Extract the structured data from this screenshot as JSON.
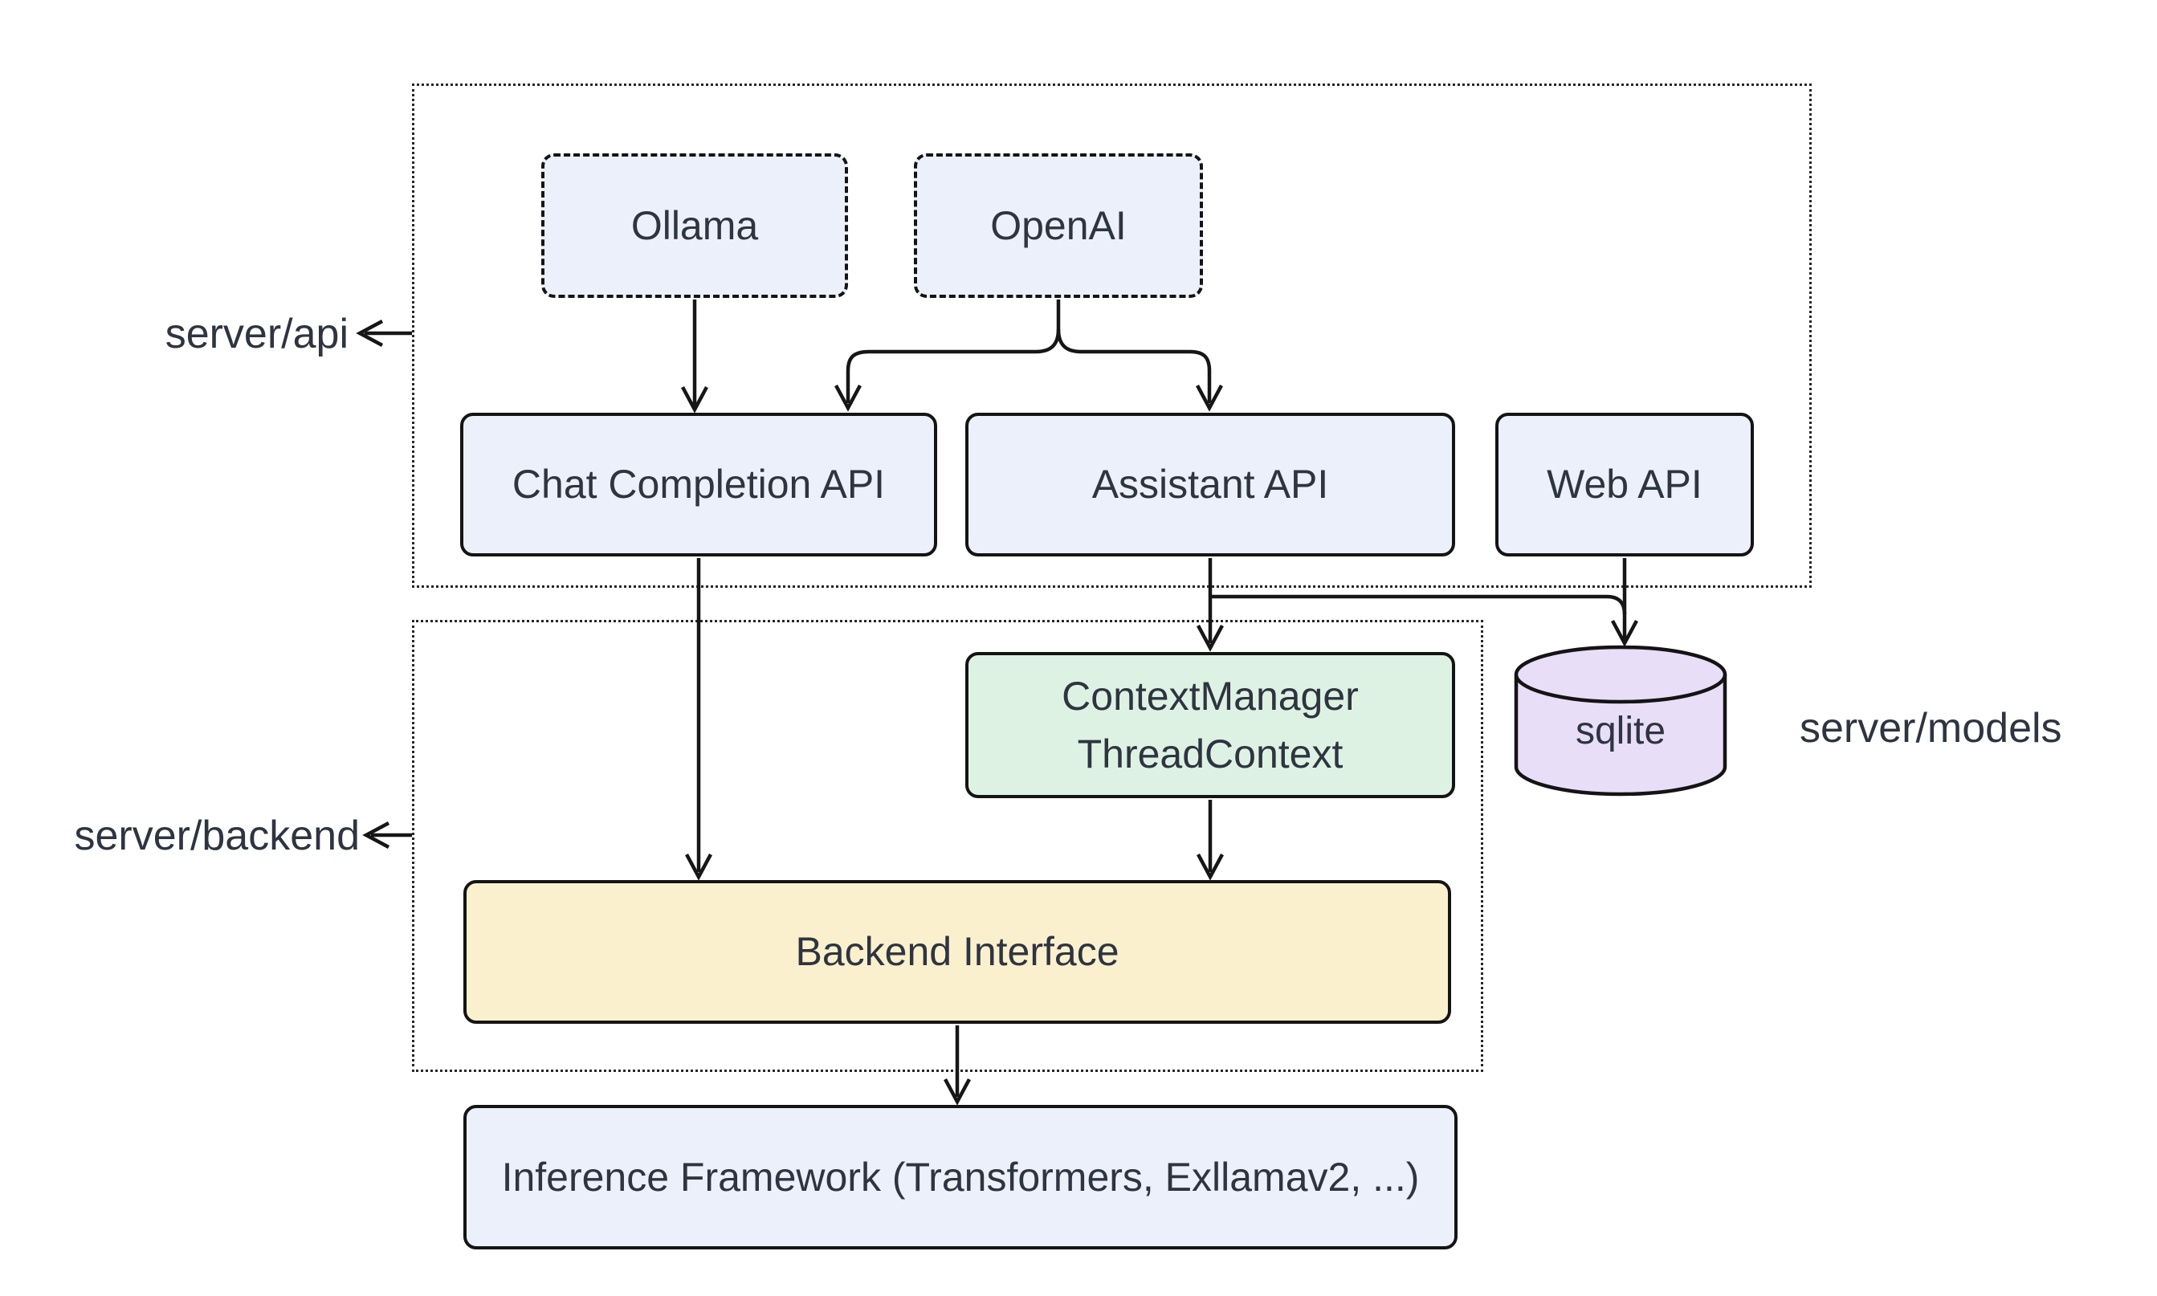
{
  "diagram": {
    "clusters": {
      "api": {
        "label": "server/api"
      },
      "backend": {
        "label": "server/backend"
      }
    },
    "external_labels": {
      "models": {
        "label": "server/models"
      }
    },
    "nodes": {
      "ollama": {
        "label": "Ollama"
      },
      "openai": {
        "label": "OpenAI"
      },
      "chat_completion": {
        "label": "Chat Completion API"
      },
      "assistant": {
        "label": "Assistant API"
      },
      "web_api": {
        "label": "Web API"
      },
      "context_manager": {
        "lines": [
          "ContextManager",
          "ThreadContext"
        ]
      },
      "sqlite": {
        "label": "sqlite"
      },
      "backend_interface": {
        "label": "Backend Interface"
      },
      "inference": {
        "label": "Inference Framework (Transformers, Exllamav2, ...)"
      }
    },
    "edges": [
      {
        "from": "ollama",
        "to": "chat_completion"
      },
      {
        "from": "openai",
        "to": "chat_completion"
      },
      {
        "from": "openai",
        "to": "assistant"
      },
      {
        "from": "chat_completion",
        "to": "backend_interface"
      },
      {
        "from": "assistant",
        "to": "context_manager"
      },
      {
        "from": "assistant",
        "to": "sqlite"
      },
      {
        "from": "web_api",
        "to": "sqlite"
      },
      {
        "from": "context_manager",
        "to": "backend_interface"
      },
      {
        "from": "backend_interface",
        "to": "inference"
      }
    ],
    "colors": {
      "node_blue": "#ebf0fa",
      "node_green": "#def2e3",
      "node_yellow": "#fbf0cd",
      "node_purple": "#e8def7",
      "border": "#141414",
      "arrow": "#161616",
      "text": "#2e3440",
      "background": "#ffffff",
      "cluster_border": "#262626"
    }
  }
}
